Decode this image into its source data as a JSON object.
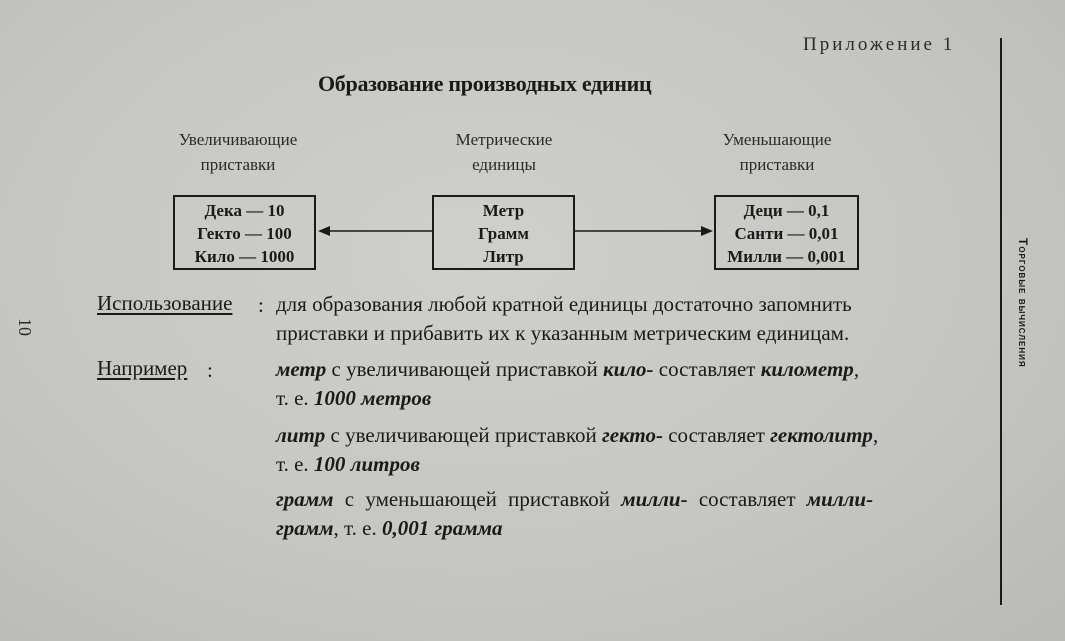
{
  "header": {
    "appendix": "Приложение 1",
    "title": "Образование производных единиц"
  },
  "diagram": {
    "left_label": [
      "Увеличивающие",
      "приставки"
    ],
    "center_label": [
      "Метрические",
      "единицы"
    ],
    "right_label": [
      "Уменьшающие",
      "приставки"
    ],
    "left_box": [
      "Дека — 10",
      "Гекто — 100",
      "Кило — 1000"
    ],
    "center_box": [
      "Метр",
      "Грамм",
      "Литр"
    ],
    "right_box": [
      "Деци — 0,1",
      "Санти — 0,01",
      "Милли — 0,001"
    ]
  },
  "usage": {
    "label": "Использование",
    "colon": ":",
    "line1": "для образования любой кратной единицы достаточно запомнить",
    "line2": "приставки и прибавить их к указанным метрическим единицам."
  },
  "examples": {
    "label": "Например",
    "colon": ":",
    "ex1": {
      "w1": "метр",
      "t1": " с увеличивающей приставкой ",
      "w2": "кило-",
      "t2": " составляет ",
      "w3": "километр",
      "t3": ",",
      "t4": "т. е. ",
      "w4": "1000 метров"
    },
    "ex2": {
      "w1": "литр",
      "t1": " с увеличивающей приставкой ",
      "w2": "гекто-",
      "t2": " составляет ",
      "w3": "гектолитр",
      "t3": ",",
      "t4": "т. е. ",
      "w4": "100 литров"
    },
    "ex3": {
      "w1": "грамм",
      "t1": " с уменьшающей приставкой ",
      "w2": "милли-",
      "t2": " составляет ",
      "w3": "милли-",
      "w4": "грамм",
      "t3": ", т. е. ",
      "w5": "0,001 грамма"
    }
  },
  "sidebar": {
    "section_title": "Торговые вычисления",
    "page_number": "10"
  }
}
